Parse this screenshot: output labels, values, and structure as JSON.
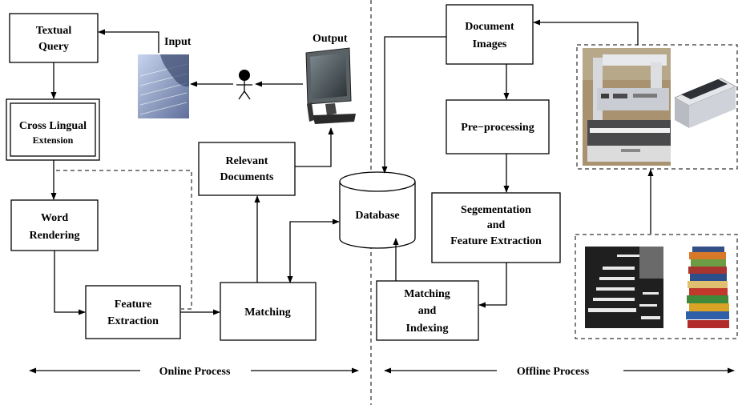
{
  "nodes": {
    "textual_query": [
      "Textual",
      "Query"
    ],
    "cross_lingual": [
      "Cross Lingual"
    ],
    "cross_lingual_sub": "Extension",
    "word_rendering": [
      "Word",
      "Rendering"
    ],
    "feature_extraction": [
      "Feature",
      "Extraction"
    ],
    "matching": "Matching",
    "relevant_documents": [
      "Relevant",
      "Documents"
    ],
    "database": "Database",
    "document_images": [
      "Document",
      "Images"
    ],
    "pre_processing": "Pre−processing",
    "segmentation": [
      "Segementation",
      "and",
      "Feature  Extraction"
    ],
    "matching_indexing": [
      "Matching",
      "and",
      "Indexing"
    ]
  },
  "labels": {
    "input": "Input",
    "output": "Output",
    "online_process": "Online Process",
    "offline_process": "Offline Process"
  }
}
